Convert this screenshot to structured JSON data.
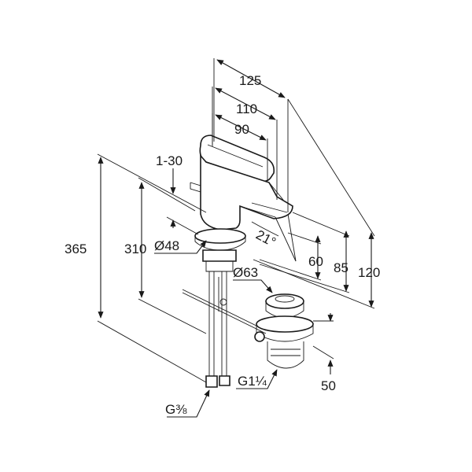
{
  "dimensions": {
    "d125": "125",
    "d110": "110",
    "d90": "90",
    "d1_30": "1-30",
    "d365": "365",
    "d310": "310",
    "d48": "Ø48",
    "d21deg": "21°",
    "d60": "60",
    "d85": "85",
    "d120": "120",
    "d63": "Ø63",
    "dG118": "G1¼",
    "dG38": "G⅜",
    "d50": "50"
  }
}
